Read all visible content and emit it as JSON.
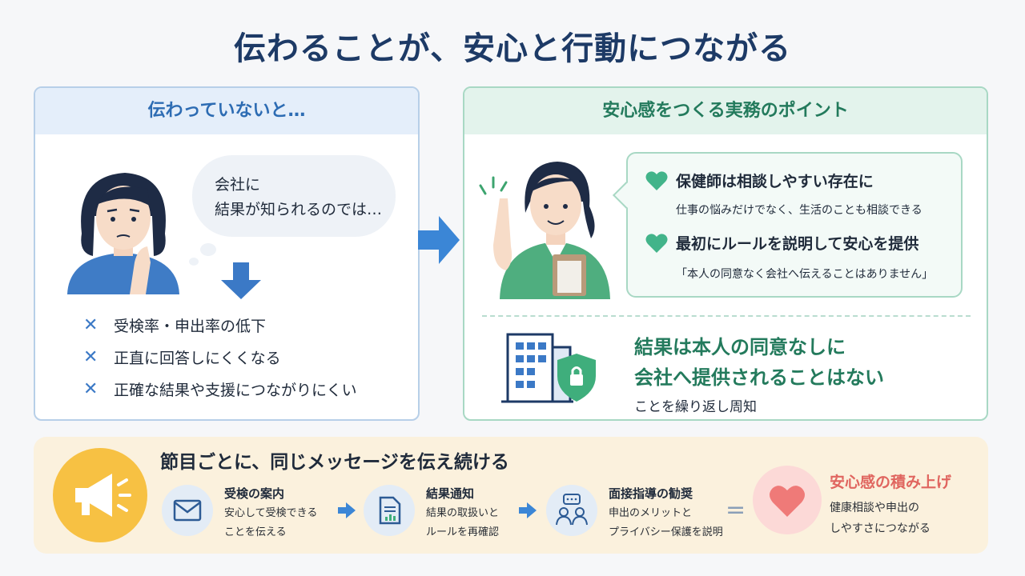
{
  "title": "伝わることが、安心と行動につながる",
  "left_panel": {
    "heading": "伝わっていないと…",
    "thought_line1": "会社に",
    "thought_line2": "結果が知られるのでは…",
    "consequences": [
      {
        "icon": "x-mark-icon",
        "text": "受検率・申出率の低下"
      },
      {
        "icon": "x-mark-icon",
        "text": "正直に回答しにくくなる"
      },
      {
        "icon": "x-mark-icon",
        "text": "正確な結果や支援につながりにくい"
      }
    ]
  },
  "right_panel": {
    "heading": "安心感をつくる実務のポイント",
    "points": [
      {
        "icon": "heart-icon",
        "title": "保健師は相談しやすい存在に",
        "sub": "仕事の悩みだけでなく、生活のことも相談できる"
      },
      {
        "icon": "heart-icon",
        "title": "最初にルールを説明して安心を提供",
        "sub": "「本人の同意なく会社へ伝えることはありません」"
      }
    ],
    "consent_line1": "結果は本人の同意なしに",
    "consent_line2": "会社へ提供されることはない",
    "consent_line3": "ことを繰り返し周知"
  },
  "bottom": {
    "heading": "節目ごとに、同じメッセージを伝え続ける",
    "steps": [
      {
        "icon": "envelope-icon",
        "title": "受検の案内",
        "desc1": "安心して受検できる",
        "desc2": "ことを伝える"
      },
      {
        "icon": "report-icon",
        "title": "結果通知",
        "desc1": "結果の取扱いと",
        "desc2": "ルールを再確認"
      },
      {
        "icon": "consultation-icon",
        "title": "面接指導の勧奨",
        "desc1": "申出のメリットと",
        "desc2": "プライバシー保護を説明"
      }
    ],
    "equals": "=",
    "result_title": "安心感の積み上げ",
    "result_desc1": "健康相談や申出の",
    "result_desc2": "しやすさにつながる"
  },
  "colors": {
    "title": "#1d3a66",
    "blue_accent": "#2d6cb3",
    "green_accent": "#237a5c",
    "pink_accent": "#e0655f",
    "band_bg": "#fbf1dd"
  }
}
